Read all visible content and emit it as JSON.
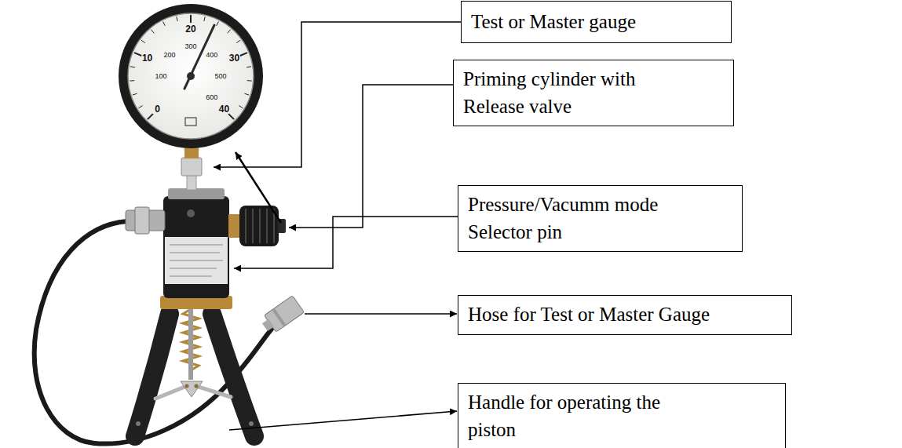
{
  "diagram": {
    "nodes": [
      {
        "text": [
          "Test or Master gauge"
        ]
      },
      {
        "text": [
          "Priming cylinder with Release valve"
        ]
      },
      {
        "text": [
          "Pressure/Vacumm mode Selector pin"
        ]
      },
      {
        "text": [
          "Hose for Test or Master Gauge"
        ]
      },
      {
        "text": [
          "Handle for operating the piston"
        ]
      }
    ],
    "labels": [
      "0",
      "10",
      "20",
      "30",
      "40",
      "100",
      "200",
      "300",
      "400",
      "500",
      "600"
    ]
  }
}
